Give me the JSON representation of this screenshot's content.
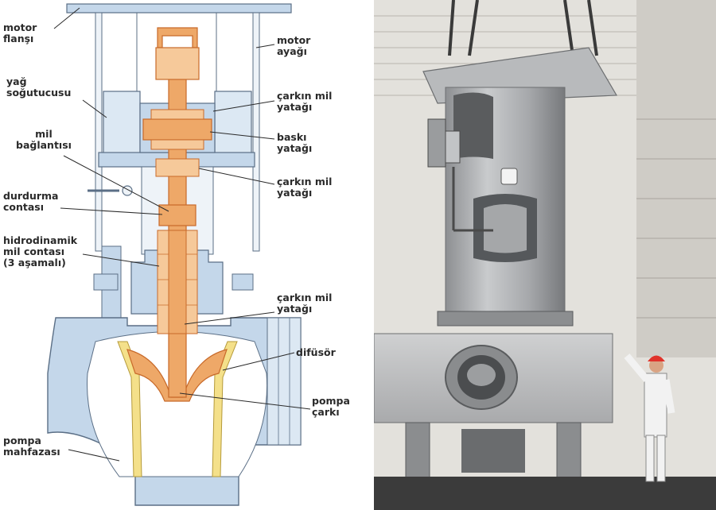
{
  "colors": {
    "housing_blue": "#c4d7ea",
    "housing_stroke": "#5b6f86",
    "shaft_orange": "#eea868",
    "shaft_dark": "#c86a2a",
    "diffuser_yellow": "#f4e08a",
    "photo_metal": "#a8aaac",
    "photo_wall": "#e3e1dc",
    "worker_helmet": "#e0332b"
  },
  "diagram": {
    "labels": {
      "motor_flange": "motor\nflanşı",
      "motor_stand": "motor\nayağı",
      "oil_cooler": "yağ\nsoğutucusu",
      "impeller_shaft_bearing_top": "çarkın mil\nyatağı",
      "shaft_coupling": "mil\nbağlantısı",
      "thrust_bearing": "baskı\nyatağı",
      "impeller_shaft_bearing_mid": "çarkın mil\nyatağı",
      "stop_seal": "durdurma\ncontası",
      "hydrodynamic_seal": "hidrodinamik\nmil contası\n(3 aşamalı)",
      "impeller_shaft_bearing_low": "çarkın mil\nyatağı",
      "diffuser": "difüsör",
      "pump_impeller": "pompa\nçarkı",
      "pump_housing": "pompa\nmahfazası"
    }
  },
  "photo": {
    "logo_icon": "pump-manufacturer-logo-icon"
  }
}
